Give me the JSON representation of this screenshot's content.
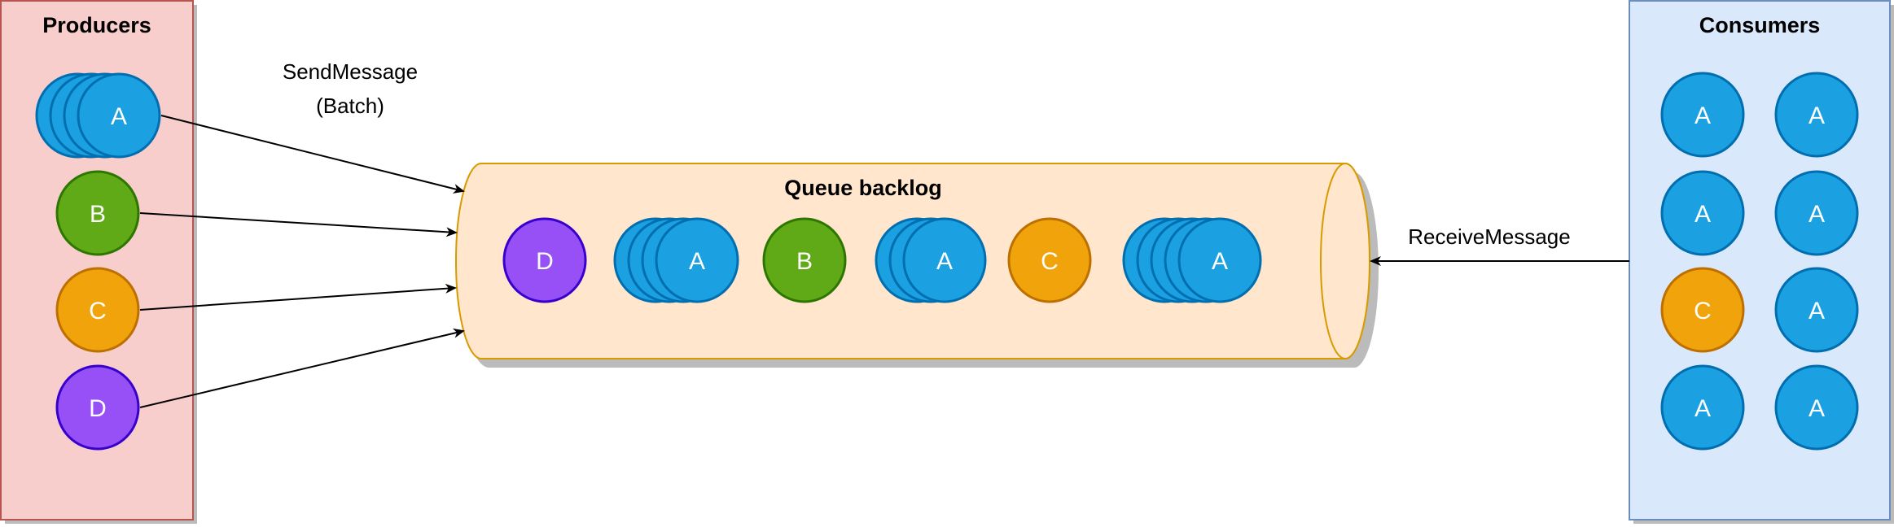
{
  "colors": {
    "A": {
      "fill": "#1ba1e2",
      "stroke": "#006eaf"
    },
    "B": {
      "fill": "#60a917",
      "stroke": "#2d7600"
    },
    "C": {
      "fill": "#f0a30a",
      "stroke": "#bd7000"
    },
    "D": {
      "fill": "#9650f6",
      "stroke": "#3700cc"
    },
    "producers_fill": "#f8cecc",
    "producers_stroke": "#b85450",
    "consumers_fill": "#dae8fc",
    "consumers_stroke": "#6c8ebf",
    "queue_fill": "#ffe6cc",
    "queue_stroke": "#d79b00"
  },
  "producers": {
    "title": "Producers",
    "items": [
      {
        "letter": "A",
        "stack": 4
      },
      {
        "letter": "B",
        "stack": 1
      },
      {
        "letter": "C",
        "stack": 1
      },
      {
        "letter": "D",
        "stack": 1
      }
    ]
  },
  "send_label": {
    "line1": "SendMessage",
    "line2": "(Batch)"
  },
  "queue": {
    "title": "Queue backlog",
    "items": [
      {
        "letter": "D",
        "stack": 1
      },
      {
        "letter": "A",
        "stack": 4
      },
      {
        "letter": "B",
        "stack": 1
      },
      {
        "letter": "A",
        "stack": 3
      },
      {
        "letter": "C",
        "stack": 1
      },
      {
        "letter": "A",
        "stack": 5
      }
    ]
  },
  "receive_label": "ReceiveMessage",
  "consumers": {
    "title": "Consumers",
    "items": [
      "A",
      "A",
      "A",
      "A",
      "C",
      "A",
      "A",
      "A"
    ]
  }
}
